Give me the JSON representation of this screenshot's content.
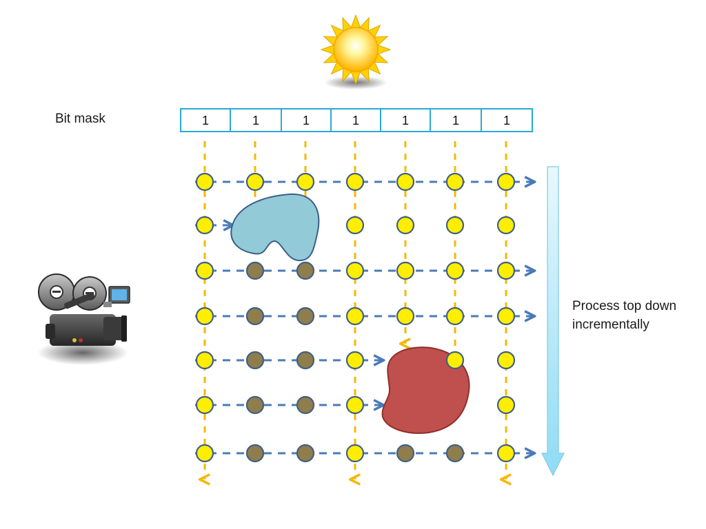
{
  "labels": {
    "bit_mask": "Bit mask",
    "process_line1": "Process top down",
    "process_line2": "incrementally"
  },
  "bit_mask": [
    "1",
    "1",
    "1",
    "1",
    "1",
    "1",
    "1"
  ],
  "grid": {
    "rows": 7,
    "cols": 7,
    "states": [
      [
        "lit",
        "lit",
        "lit",
        "lit",
        "lit",
        "lit",
        "lit"
      ],
      [
        "lit",
        "none",
        "none",
        "lit",
        "lit",
        "lit",
        "lit"
      ],
      [
        "lit",
        "shadow",
        "shadow",
        "lit",
        "lit",
        "lit",
        "lit"
      ],
      [
        "lit",
        "shadow",
        "shadow",
        "lit",
        "lit",
        "lit",
        "lit"
      ],
      [
        "lit",
        "shadow",
        "shadow",
        "lit",
        "none",
        "lit",
        "lit"
      ],
      [
        "lit",
        "shadow",
        "shadow",
        "lit",
        "none",
        "none",
        "lit"
      ],
      [
        "lit",
        "shadow",
        "shadow",
        "lit",
        "shadow",
        "shadow",
        "lit"
      ]
    ],
    "vertical_arrows_at_bottom_cols": [
      0,
      3,
      6
    ]
  },
  "icons": {
    "light_source": "sun-icon",
    "camera": "video-camera-icon",
    "obstacle_1": "blue-occluder-blob",
    "obstacle_2": "red-occluder-blob",
    "progress": "down-arrow-icon"
  },
  "colors": {
    "lit_dot": "#ffee00",
    "shadow_dot": "#8f7d4c",
    "dot_stroke": "#3f5f86",
    "vertical_ray": "#f5b800",
    "horizontal_ray": "#4a7ab7",
    "mask_border": "#29a9d6",
    "blob_blue": "#92cad8",
    "blob_red": "#c0504d",
    "big_arrow_top": "#e9f8fd",
    "big_arrow_bottom": "#8fdcf4"
  }
}
